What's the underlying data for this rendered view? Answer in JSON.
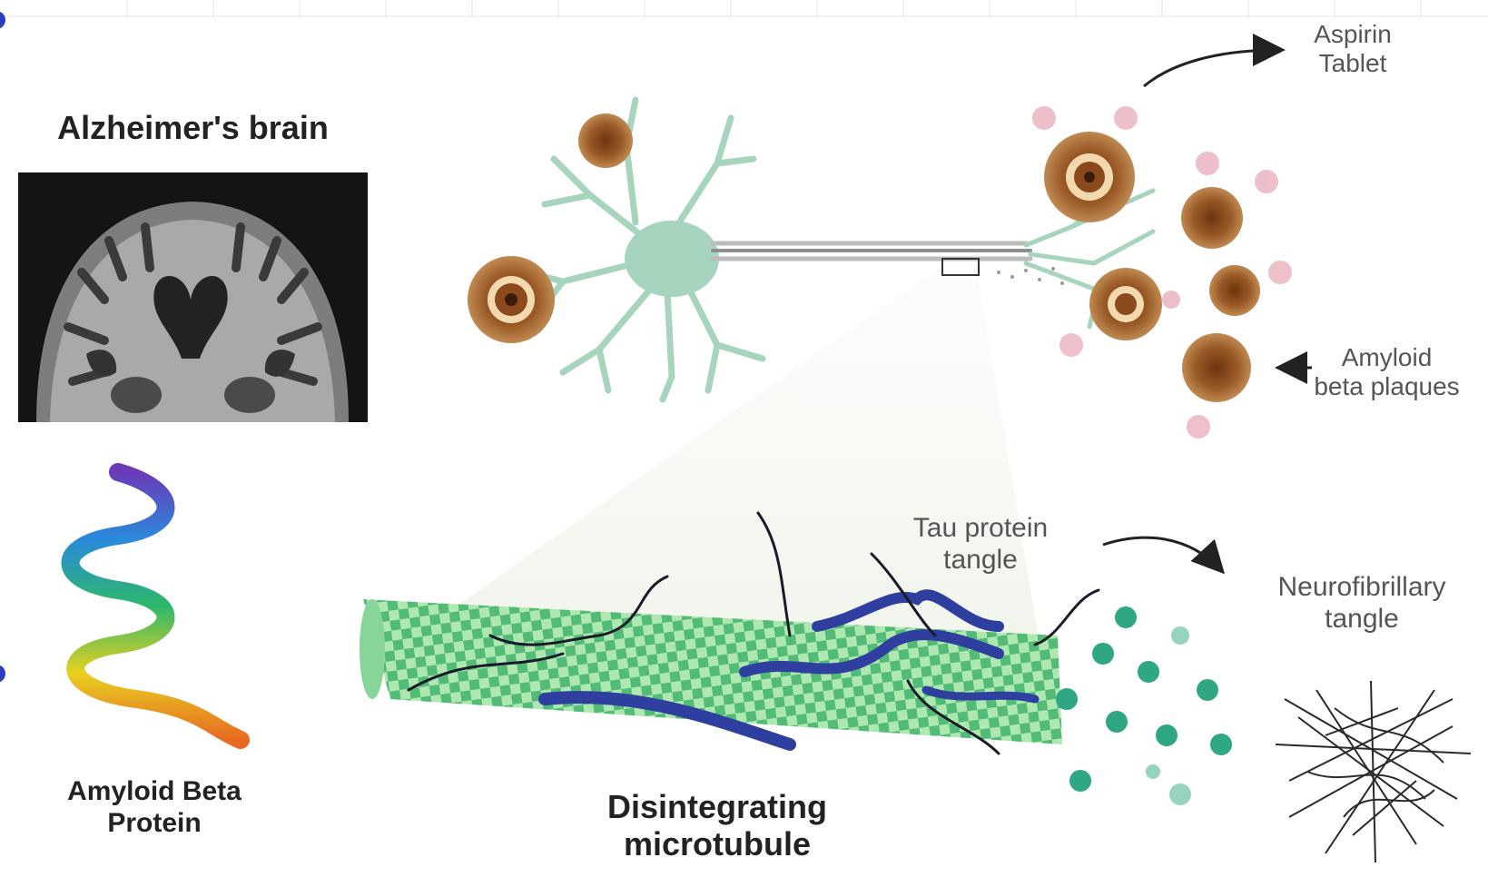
{
  "labels": {
    "alzheimers_brain": "Alzheimer's brain",
    "aspirin_line1": "Aspirin",
    "aspirin_line2": "Tablet",
    "amyloid_plaques_line1": "Amyloid",
    "amyloid_plaques_line2": "beta plaques",
    "tau_line1": "Tau protein",
    "tau_line2": "tangle",
    "neurofibrillary_line1": "Neurofibrillary",
    "neurofibrillary_line2": "tangle",
    "amyloid_protein_line1": "Amyloid Beta",
    "amyloid_protein_line2": "Protein",
    "microtubule_line1": "Disintegrating",
    "microtubule_line2": "microtubule"
  },
  "colors": {
    "neuron": "#9fcfb6",
    "plaque": "#8a4a1c",
    "plaque_ring": "#f1d8b0",
    "pink_dot": "#e8b8c2",
    "microtubule_a": "#3fae6a",
    "microtubule_b": "#9fe0a8",
    "tau": "#2f3fa0",
    "teal_dot": "#2fa080",
    "mri_bg": "#161616"
  }
}
